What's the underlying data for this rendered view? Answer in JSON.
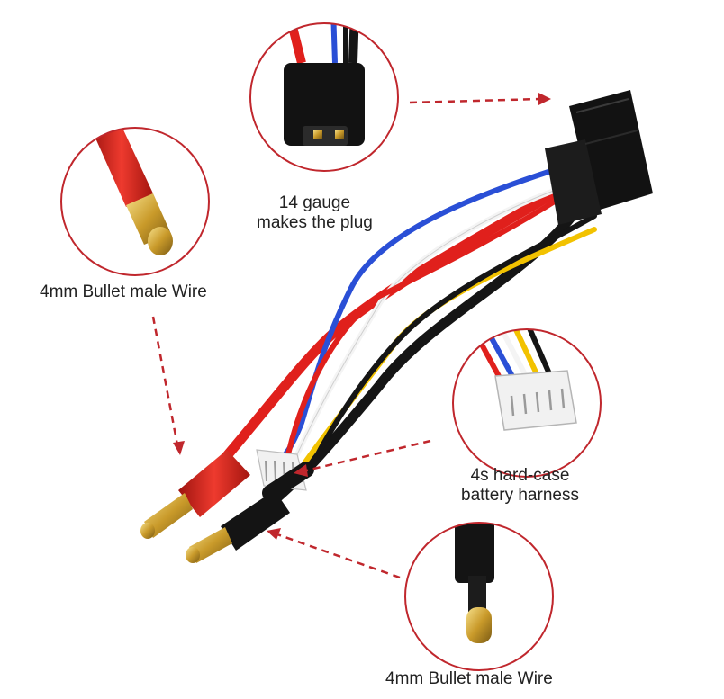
{
  "labels": {
    "trx_plug_line1": "14 gauge",
    "trx_plug_line2": "makes the plug",
    "bullet_red": "4mm Bullet male Wire",
    "balance_line1": "4s hard-case",
    "balance_line2": "battery harness",
    "bullet_black": "4mm Bullet male Wire"
  },
  "colors": {
    "callout_ring": "#c0272d",
    "arrow": "#c0272d",
    "wire_red": "#e0201c",
    "wire_black": "#151515",
    "wire_blue": "#2a4fd6",
    "wire_yellow": "#f2c200",
    "wire_white": "#f4f4f4",
    "connector_black": "#121212",
    "bullet_red_sleeve": "#d81f1a",
    "bullet_gold": "#d4a93a",
    "balance_plug": "#f1f1f1"
  }
}
